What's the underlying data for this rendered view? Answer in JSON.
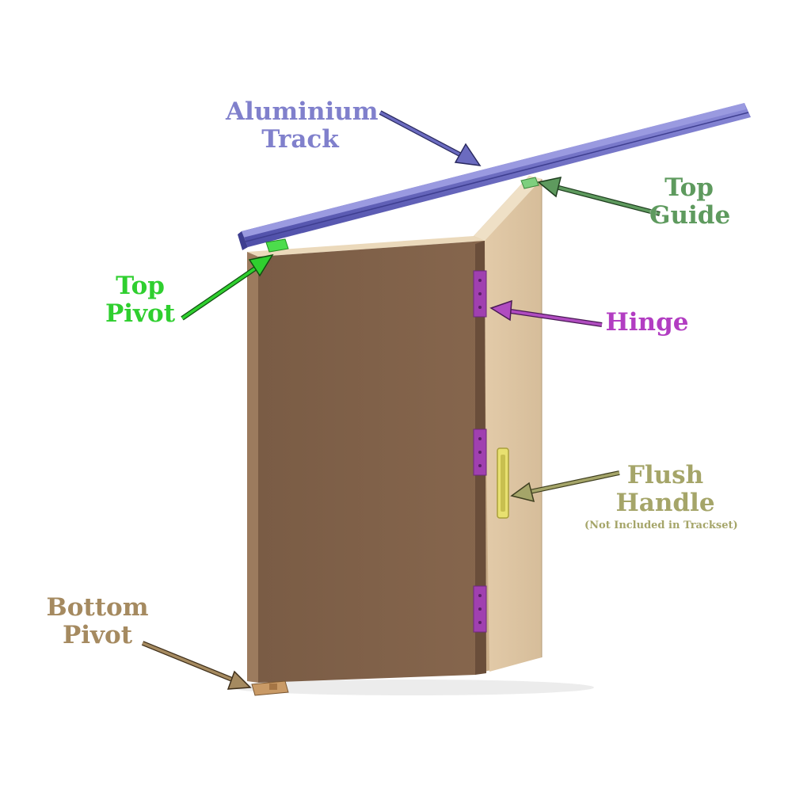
{
  "labels": {
    "aluminium_track": {
      "line1": "Aluminium",
      "line2": "Track"
    },
    "top_guide": {
      "line1": "Top",
      "line2": "Guide"
    },
    "top_pivot": {
      "line1": "Top",
      "line2": "Pivot"
    },
    "hinge": {
      "line1": "Hinge"
    },
    "flush_handle": {
      "line1": "Flush",
      "line2": "Handle",
      "note": "(Not Included in Trackset)"
    },
    "bottom_pivot": {
      "line1": "Bottom",
      "line2": "Pivot"
    }
  },
  "colors": {
    "track": "#6b6bc0",
    "track_label": "#8080cc",
    "top_guide": "#5e9a5e",
    "top_pivot": "#2fcf2f",
    "hinge": "#b04cc0",
    "hinge_label": "#b23dc2",
    "flush_handle": "#a5a569",
    "handle_metal": "#e8e070",
    "bottom_pivot": "#a58a60",
    "door_front": "#7f6048",
    "door_back": "#dcc2a0",
    "door_edge": "#e8d4b4"
  }
}
